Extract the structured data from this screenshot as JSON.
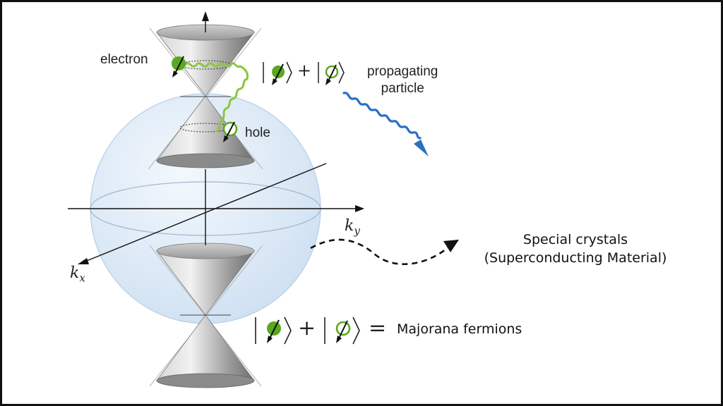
{
  "labels": {
    "electron": "electron",
    "hole": "hole",
    "propagating_line1": "propagating",
    "propagating_line2": "particle",
    "kx_base": "k",
    "kx_sub": "x",
    "ky_base": "k",
    "ky_sub": "y",
    "plus": "+",
    "equals": "=",
    "majorana": "Majorana fermions",
    "special_line1": "Special crystals",
    "special_line2": "(Superconducting Material)"
  },
  "colors": {
    "sphere_fill": "#dbe8f6",
    "sphere_edge": "#b8cde3",
    "electron_green": "#5aa81e",
    "wave_green": "#8cc63f",
    "wave_blue": "#2a6fc4",
    "cone_dark": "#7d7d7d",
    "cone_light": "#e6e6e6",
    "frame": "#111111"
  },
  "icons": [
    "electron-spin-icon",
    "hole-spin-icon",
    "blue-wave-arrow-icon",
    "dashed-curve-arrow-icon"
  ]
}
